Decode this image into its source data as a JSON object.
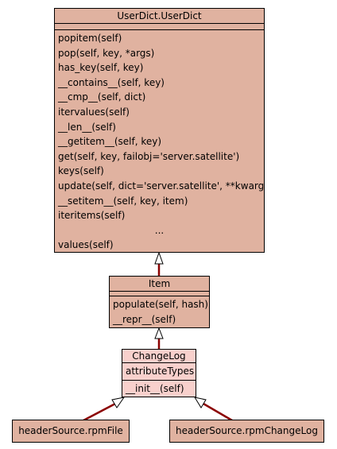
{
  "colors": {
    "box_fill": "#e0b2a0",
    "changelog_fill": "#f8d0cc",
    "link": "#8b0000",
    "border": "#000000"
  },
  "userdict": {
    "title": "UserDict.UserDict",
    "methods": [
      "popitem(self)",
      "pop(self, key, *args)",
      "has_key(self, key)",
      "__contains__(self, key)",
      "__cmp__(self, dict)",
      "itervalues(self)",
      "__len__(self)",
      "__getitem__(self, key)",
      "get(self, key, failobj='server.satellite')",
      "keys(self)",
      "update(self, dict='server.satellite', **kwargs)",
      "__setitem__(self, key, item)",
      "iteritems(self)",
      "...",
      "values(self)"
    ]
  },
  "item": {
    "title": "Item",
    "methods": [
      "populate(self, hash)",
      "__repr__(self)"
    ]
  },
  "changelog": {
    "title": "ChangeLog",
    "attributes": [
      "attributeTypes"
    ],
    "methods": [
      "__init__(self)"
    ]
  },
  "rpmfile": {
    "title": "headerSource.rpmFile"
  },
  "rpmchangelog": {
    "title": "headerSource.rpmChangeLog"
  }
}
